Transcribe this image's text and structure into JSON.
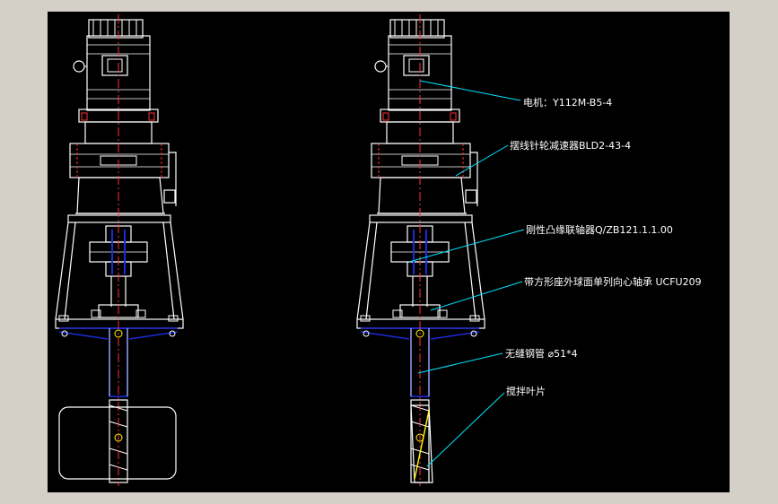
{
  "colors": {
    "background": "#000000",
    "frame": "#d4d0c8",
    "outline": "#ffffff",
    "centerline": "#ff3030",
    "leader": "#00e5ff",
    "shaft": "#1a2bd6",
    "accent": "#ffff00"
  },
  "labels": {
    "motor": "电机：Y112M-B5-4",
    "reducer": "摆线针轮减速器BLD2-43-4",
    "coupling": "刚性凸缘联轴器Q/ZB121.1.1.00",
    "bearing": "带方形座外球面单列向心轴承 UCFU209",
    "pipe": "无缝钢管 ⌀51*4",
    "blade": "搅拌叶片"
  }
}
